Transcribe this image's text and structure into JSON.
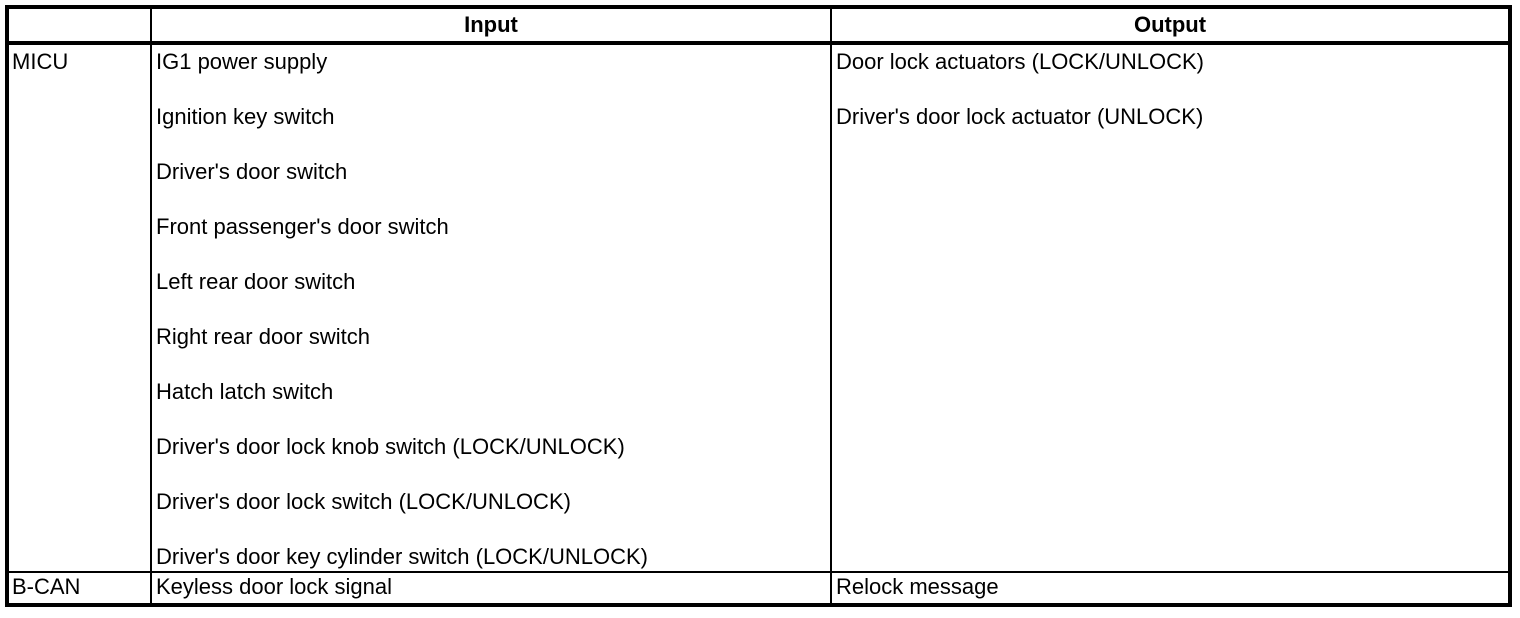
{
  "table": {
    "colors": {
      "border": "#000000",
      "text": "#000000",
      "background": "#ffffff"
    },
    "header": {
      "source": "",
      "input": "Input",
      "output": "Output"
    },
    "rows": [
      {
        "source": "MICU",
        "inputs": [
          "IG1 power supply",
          "Ignition key switch",
          "Driver's door switch",
          "Front passenger's door switch",
          "Left rear door switch",
          "Right rear door switch",
          "Hatch latch switch",
          "Driver's door lock knob switch (LOCK/UNLOCK)",
          "Driver's door lock switch (LOCK/UNLOCK)",
          "Driver's door key cylinder switch (LOCK/UNLOCK)"
        ],
        "outputs": [
          "Door lock actuators (LOCK/UNLOCK)",
          "Driver's door lock actuator (UNLOCK)"
        ]
      },
      {
        "source": "B-CAN",
        "inputs": [
          "Keyless door lock signal"
        ],
        "outputs": [
          "Relock message"
        ]
      }
    ]
  }
}
